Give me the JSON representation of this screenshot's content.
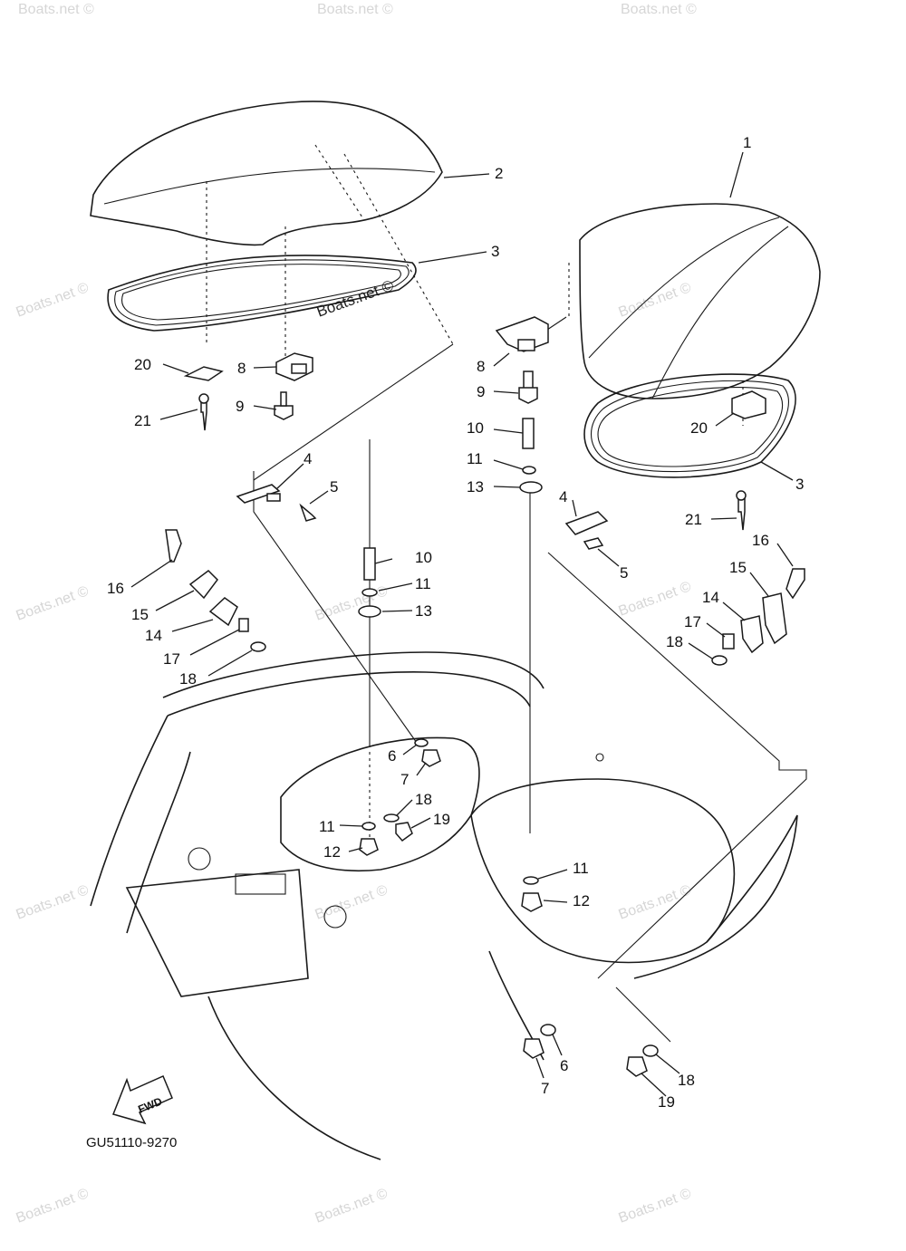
{
  "diagram_code": "GU51110-9270",
  "fwd_label": "FWD",
  "watermark": "Boats.net ©",
  "callouts": {
    "c1": "1",
    "c2": "2",
    "c3a": "3",
    "c3b": "3",
    "c4a": "4",
    "c4b": "4",
    "c5a": "5",
    "c5b": "5",
    "c6a": "6",
    "c6b": "6",
    "c7a": "7",
    "c7b": "7",
    "c8a": "8",
    "c8b": "8",
    "c9a": "9",
    "c9b": "9",
    "c10a": "10",
    "c10b": "10",
    "c11a": "11",
    "c11b": "11",
    "c11c": "11",
    "c11d": "11",
    "c12a": "12",
    "c12b": "12",
    "c13a": "13",
    "c13b": "13",
    "c14a": "14",
    "c14b": "14",
    "c15a": "15",
    "c15b": "15",
    "c16a": "16",
    "c16b": "16",
    "c17a": "17",
    "c17b": "17",
    "c18a": "18",
    "c18b": "18",
    "c18c": "18",
    "c18d": "18",
    "c19a": "19",
    "c19b": "19",
    "c20a": "20",
    "c20b": "20",
    "c21a": "21",
    "c21b": "21"
  }
}
